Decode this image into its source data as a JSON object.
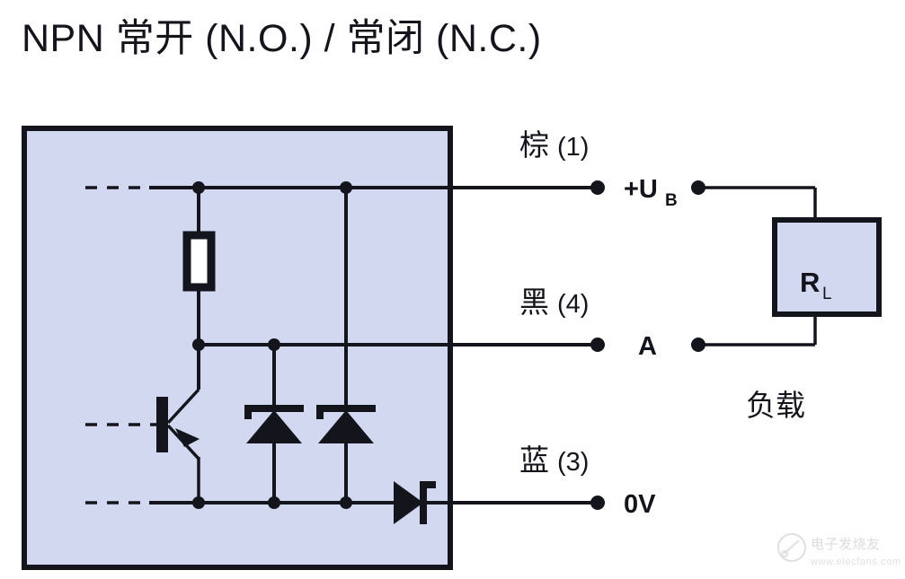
{
  "title": "NPN 常开 (N.O.) / 常闭 (N.C.)",
  "colors": {
    "sensor_box_fill": "#d2d8f0",
    "load_box_fill": "#d2d8f0",
    "line": "#14141c",
    "background": "#ffffff"
  },
  "sensor_block": {
    "name": "sensor output stage",
    "components": {
      "resistor": "resistor",
      "transistor": "npn-transistor",
      "zener_1": "zener-diode",
      "zener_2": "zener-diode",
      "reverse_protection_diode": "diode"
    }
  },
  "wires": [
    {
      "id": "brown",
      "color_label": "棕",
      "pin": "(1)",
      "terminal": "+U",
      "terminal_sub": "B"
    },
    {
      "id": "black",
      "color_label": "黑",
      "pin": "(4)",
      "terminal": "A",
      "terminal_sub": ""
    },
    {
      "id": "blue",
      "color_label": "蓝",
      "pin": "(3)",
      "terminal": "0V",
      "terminal_sub": ""
    }
  ],
  "terminals": {
    "supply_plus": "+U",
    "supply_plus_sub": "B",
    "output": "A",
    "ground": "0V"
  },
  "load": {
    "symbol": "R",
    "symbol_sub": "L",
    "caption": "负载"
  },
  "watermark": {
    "text": "电子发烧友",
    "url": "www.elecfans.com",
    "logo": "circle-logo"
  }
}
